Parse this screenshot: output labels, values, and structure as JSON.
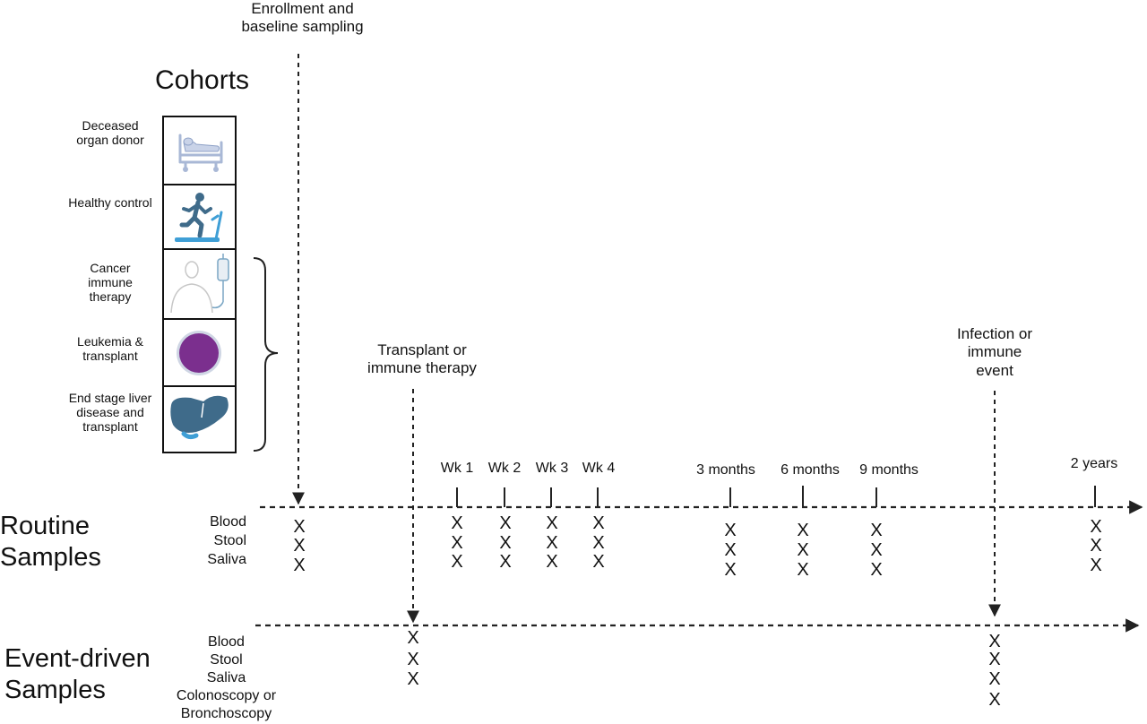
{
  "top": {
    "enrollment_label_line1": "Enrollment and",
    "enrollment_label_line2": "baseline sampling",
    "cohorts_title": "Cohorts"
  },
  "cohorts": [
    {
      "line1": "Deceased",
      "line2": "organ donor",
      "line3": "",
      "icon": "hospital-bed-icon"
    },
    {
      "line1": "Healthy control",
      "line2": "",
      "line3": "",
      "icon": "treadmill-runner-icon"
    },
    {
      "line1": "Cancer",
      "line2": "immune",
      "line3": "therapy",
      "icon": "patient-iv-icon"
    },
    {
      "line1": "Leukemia &",
      "line2": "transplant",
      "line3": "",
      "icon": "cell-icon"
    },
    {
      "line1": "End stage liver",
      "line2": "disease and",
      "line3": "transplant",
      "icon": "liver-icon"
    }
  ],
  "events": {
    "transplant_line1": "Transplant or",
    "transplant_line2": "immune therapy",
    "infection_line1": "Infection or",
    "infection_line2": "immune",
    "infection_line3": "event"
  },
  "timepoints": [
    "Wk 1",
    "Wk 2",
    "Wk 3",
    "Wk 4",
    "3 months",
    "6 months",
    "9 months",
    "2 years"
  ],
  "routine": {
    "title_line1": "Routine",
    "title_line2": "Samples",
    "samples": [
      "Blood",
      "Stool",
      "Saliva"
    ]
  },
  "event_driven": {
    "title_line1": "Event-driven",
    "title_line2": "Samples",
    "samples": [
      "Blood",
      "Stool",
      "Saliva",
      "Colonoscopy or",
      "Bronchoscopy"
    ]
  },
  "mark": "X",
  "colors": {
    "icon_blue": "#3f6b8a",
    "icon_light": "#a9b8d6",
    "cell_purple": "#7b2f8e",
    "line": "#222222"
  }
}
